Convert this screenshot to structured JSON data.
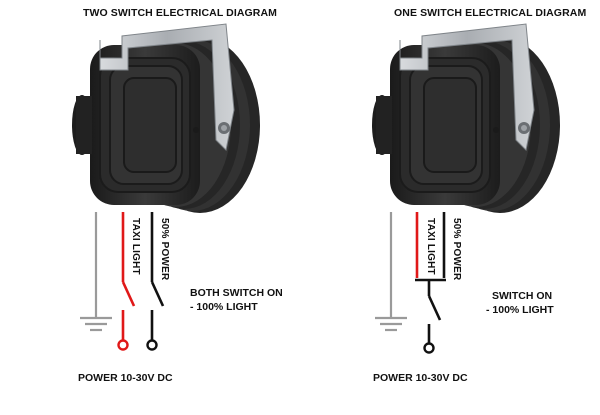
{
  "left": {
    "title": "TWO SWITCH ELECTRICAL DIAGRAM",
    "wire_label_taxi": "TAXI LIGHT",
    "wire_label_power": "50%  POWER",
    "status_line1": "BOTH SWITCH ON",
    "status_line2": "- 100% LIGHT",
    "supply": "POWER 10-30V DC"
  },
  "right": {
    "title": "ONE SWITCH ELECTRICAL DIAGRAM",
    "wire_label_taxi": "TAXI LIGHT",
    "wire_label_power": "50%  POWER",
    "status_line1": "SWITCH ON",
    "status_line2": "- 100% LIGHT",
    "supply": "POWER 10-30V DC"
  },
  "colors": {
    "ground_wire": "#9a9a9a",
    "taxi_wire": "#e01818",
    "power_wire": "#111111",
    "lamp_body": "#2a2a2a",
    "bracket": "#b8bcc0"
  }
}
